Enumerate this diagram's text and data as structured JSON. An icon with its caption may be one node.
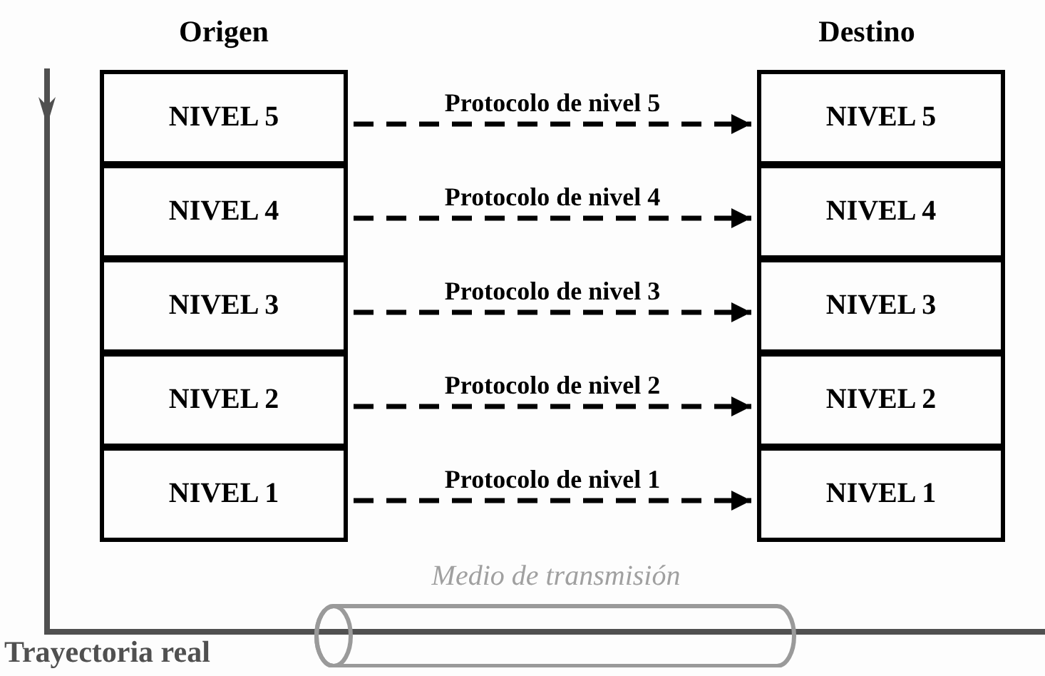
{
  "diagram": {
    "nodes": [
      {
        "text": [
          "NIVEL 5"
        ]
      },
      {
        "text": [
          "NIVEL 4"
        ]
      },
      {
        "text": [
          "NIVEL 3"
        ]
      },
      {
        "text": [
          "NIVEL 2"
        ]
      },
      {
        "text": [
          "NIVEL 1"
        ]
      },
      {
        "text": [
          "NIVEL 5"
        ]
      },
      {
        "text": [
          "NIVEL 4"
        ]
      },
      {
        "text": [
          "NIVEL 3"
        ]
      },
      {
        "text": [
          "NIVEL 2"
        ]
      },
      {
        "text": [
          "NIVEL 1"
        ]
      },
      {
        "text": [
          "Medio de transmisión"
        ]
      }
    ],
    "edges": [
      {
        "from": 0,
        "to": 5,
        "arrow": "to",
        "label": "Protocolo de nivel 5",
        "style": "dashed"
      },
      {
        "from": 1,
        "to": 6,
        "arrow": "to",
        "label": "Protocolo de nivel 4",
        "style": "dashed"
      },
      {
        "from": 2,
        "to": 7,
        "arrow": "to",
        "label": "Protocolo de nivel 3",
        "style": "dashed"
      },
      {
        "from": 3,
        "to": 8,
        "arrow": "to",
        "label": "Protocolo de nivel 2",
        "style": "dashed"
      },
      {
        "from": 4,
        "to": 9,
        "arrow": "to",
        "label": "Protocolo de nivel 1",
        "style": "dashed"
      }
    ],
    "labels": [
      "Origen",
      "Destino",
      "Trayectoria real"
    ]
  }
}
